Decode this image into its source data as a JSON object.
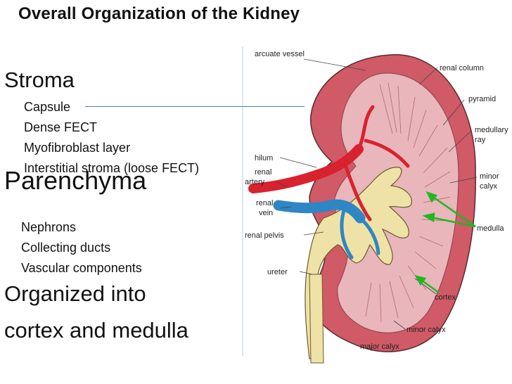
{
  "title": "Overall Organization of the Kidney",
  "stroma": {
    "heading": "Stroma",
    "items": [
      "Capsule",
      "Dense FECT",
      "Myofibroblast layer",
      "Interstitial stroma (loose FECT)"
    ]
  },
  "parenchyma": {
    "heading": "Parenchyma",
    "items": [
      "Nephrons",
      "Collecting ducts",
      "Vascular components"
    ]
  },
  "organized": {
    "line1": "Organized into",
    "line2": "cortex and medulla"
  },
  "figure_labels": {
    "arcuate_vessel": "arcuate  vessel",
    "renal_column": "renal  column",
    "pyramid": "pyramid",
    "medullary": "medullary",
    "ray": "ray",
    "hilum": "hilum",
    "renal_artery_1": "renal",
    "renal_artery_2": "artery",
    "minor_calyx_right_1": "minor",
    "minor_calyx_right_2": "calyx",
    "renal_vein_1": "renal",
    "renal_vein_2": "vein",
    "medulla": "medulla",
    "renal_pelvis": "renal  pelvis",
    "ureter": "ureter",
    "cortex": "cortex",
    "minor_calyx_bottom": "minor  calyx",
    "major_calyx": "major  calyx"
  },
  "colors": {
    "cortex": "#d05a66",
    "medulla": "#e9b6bb",
    "artery": "#d8222e",
    "vein": "#2f86c4",
    "pelvis": "#efe2a7",
    "pointer_arrow": "#1fb81f",
    "capsule_line": "#4a7bbf"
  }
}
